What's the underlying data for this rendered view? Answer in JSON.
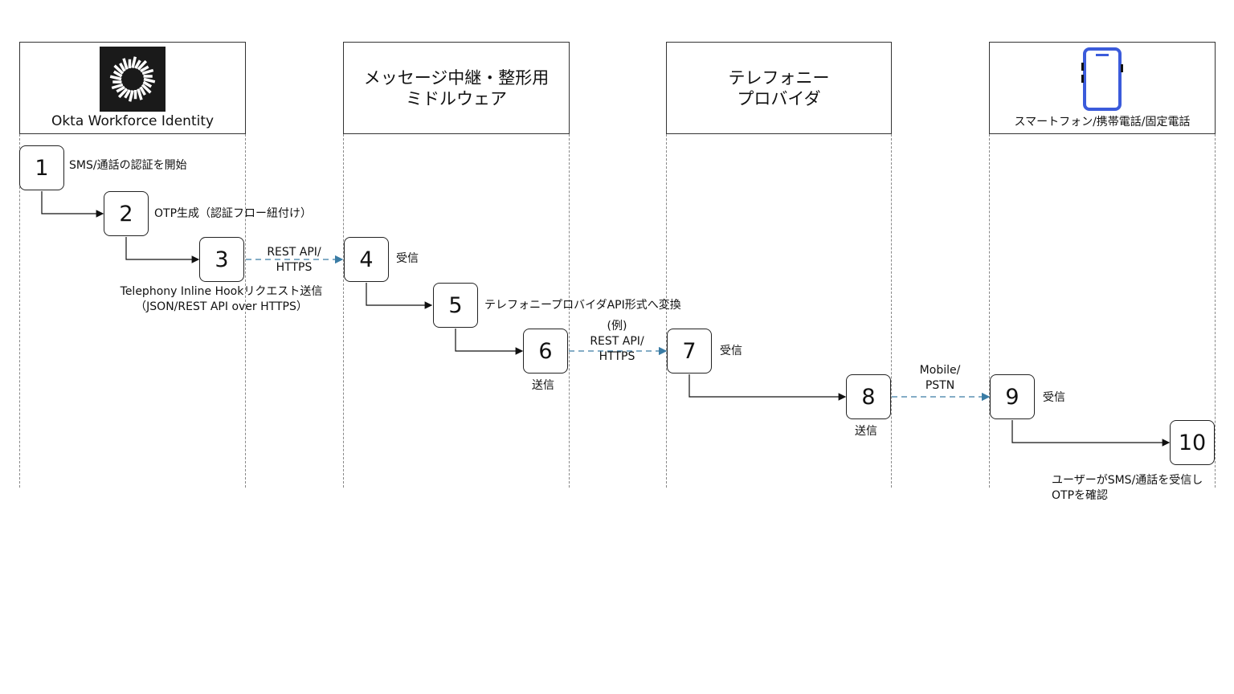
{
  "lanes": [
    {
      "id": "okta",
      "caption": "Okta Workforce Identity",
      "icon": "okta-logo-icon"
    },
    {
      "id": "middleware",
      "title": "メッセージ中継・整形用\nミドルウェア"
    },
    {
      "id": "telephony",
      "title": "テレフォニー\nプロバイダ"
    },
    {
      "id": "device",
      "caption": "スマートフォン/携帯電話/固定電話",
      "icon": "smartphone-icon"
    }
  ],
  "steps": [
    {
      "num": "1",
      "label": "SMS/通話の認証を開始"
    },
    {
      "num": "2",
      "label": "OTP生成（認証フロー紐付け）"
    },
    {
      "num": "3",
      "label": "Telephony Inline Hookリクエスト送信\n（JSON/REST API over HTTPS）"
    },
    {
      "num": "4",
      "label": "受信"
    },
    {
      "num": "5",
      "label": "テレフォニープロバイダAPI形式へ変換"
    },
    {
      "num": "6",
      "label": "送信"
    },
    {
      "num": "7",
      "label": "受信"
    },
    {
      "num": "8",
      "label": "送信"
    },
    {
      "num": "9",
      "label": "受信"
    },
    {
      "num": "10",
      "label": "ユーザーがSMS/通話を受信し\nOTPを確認"
    }
  ],
  "connections": [
    {
      "from": "1",
      "to": "2",
      "style": "solid"
    },
    {
      "from": "2",
      "to": "3",
      "style": "solid"
    },
    {
      "from": "3",
      "to": "4",
      "style": "dashed",
      "label": "REST API/\nHTTPS"
    },
    {
      "from": "4",
      "to": "5",
      "style": "solid"
    },
    {
      "from": "5",
      "to": "6",
      "style": "solid"
    },
    {
      "from": "6",
      "to": "7",
      "style": "dashed",
      "label": "(例)\nREST API/\nHTTPS"
    },
    {
      "from": "7",
      "to": "8",
      "style": "solid"
    },
    {
      "from": "8",
      "to": "9",
      "style": "dashed",
      "label": "Mobile/\nPSTN"
    },
    {
      "from": "9",
      "to": "10",
      "style": "solid"
    }
  ],
  "colors": {
    "dashed_arrow": "#3a7ca5",
    "solid_arrow": "#111111",
    "phone_icon": "#3b5bdb"
  }
}
